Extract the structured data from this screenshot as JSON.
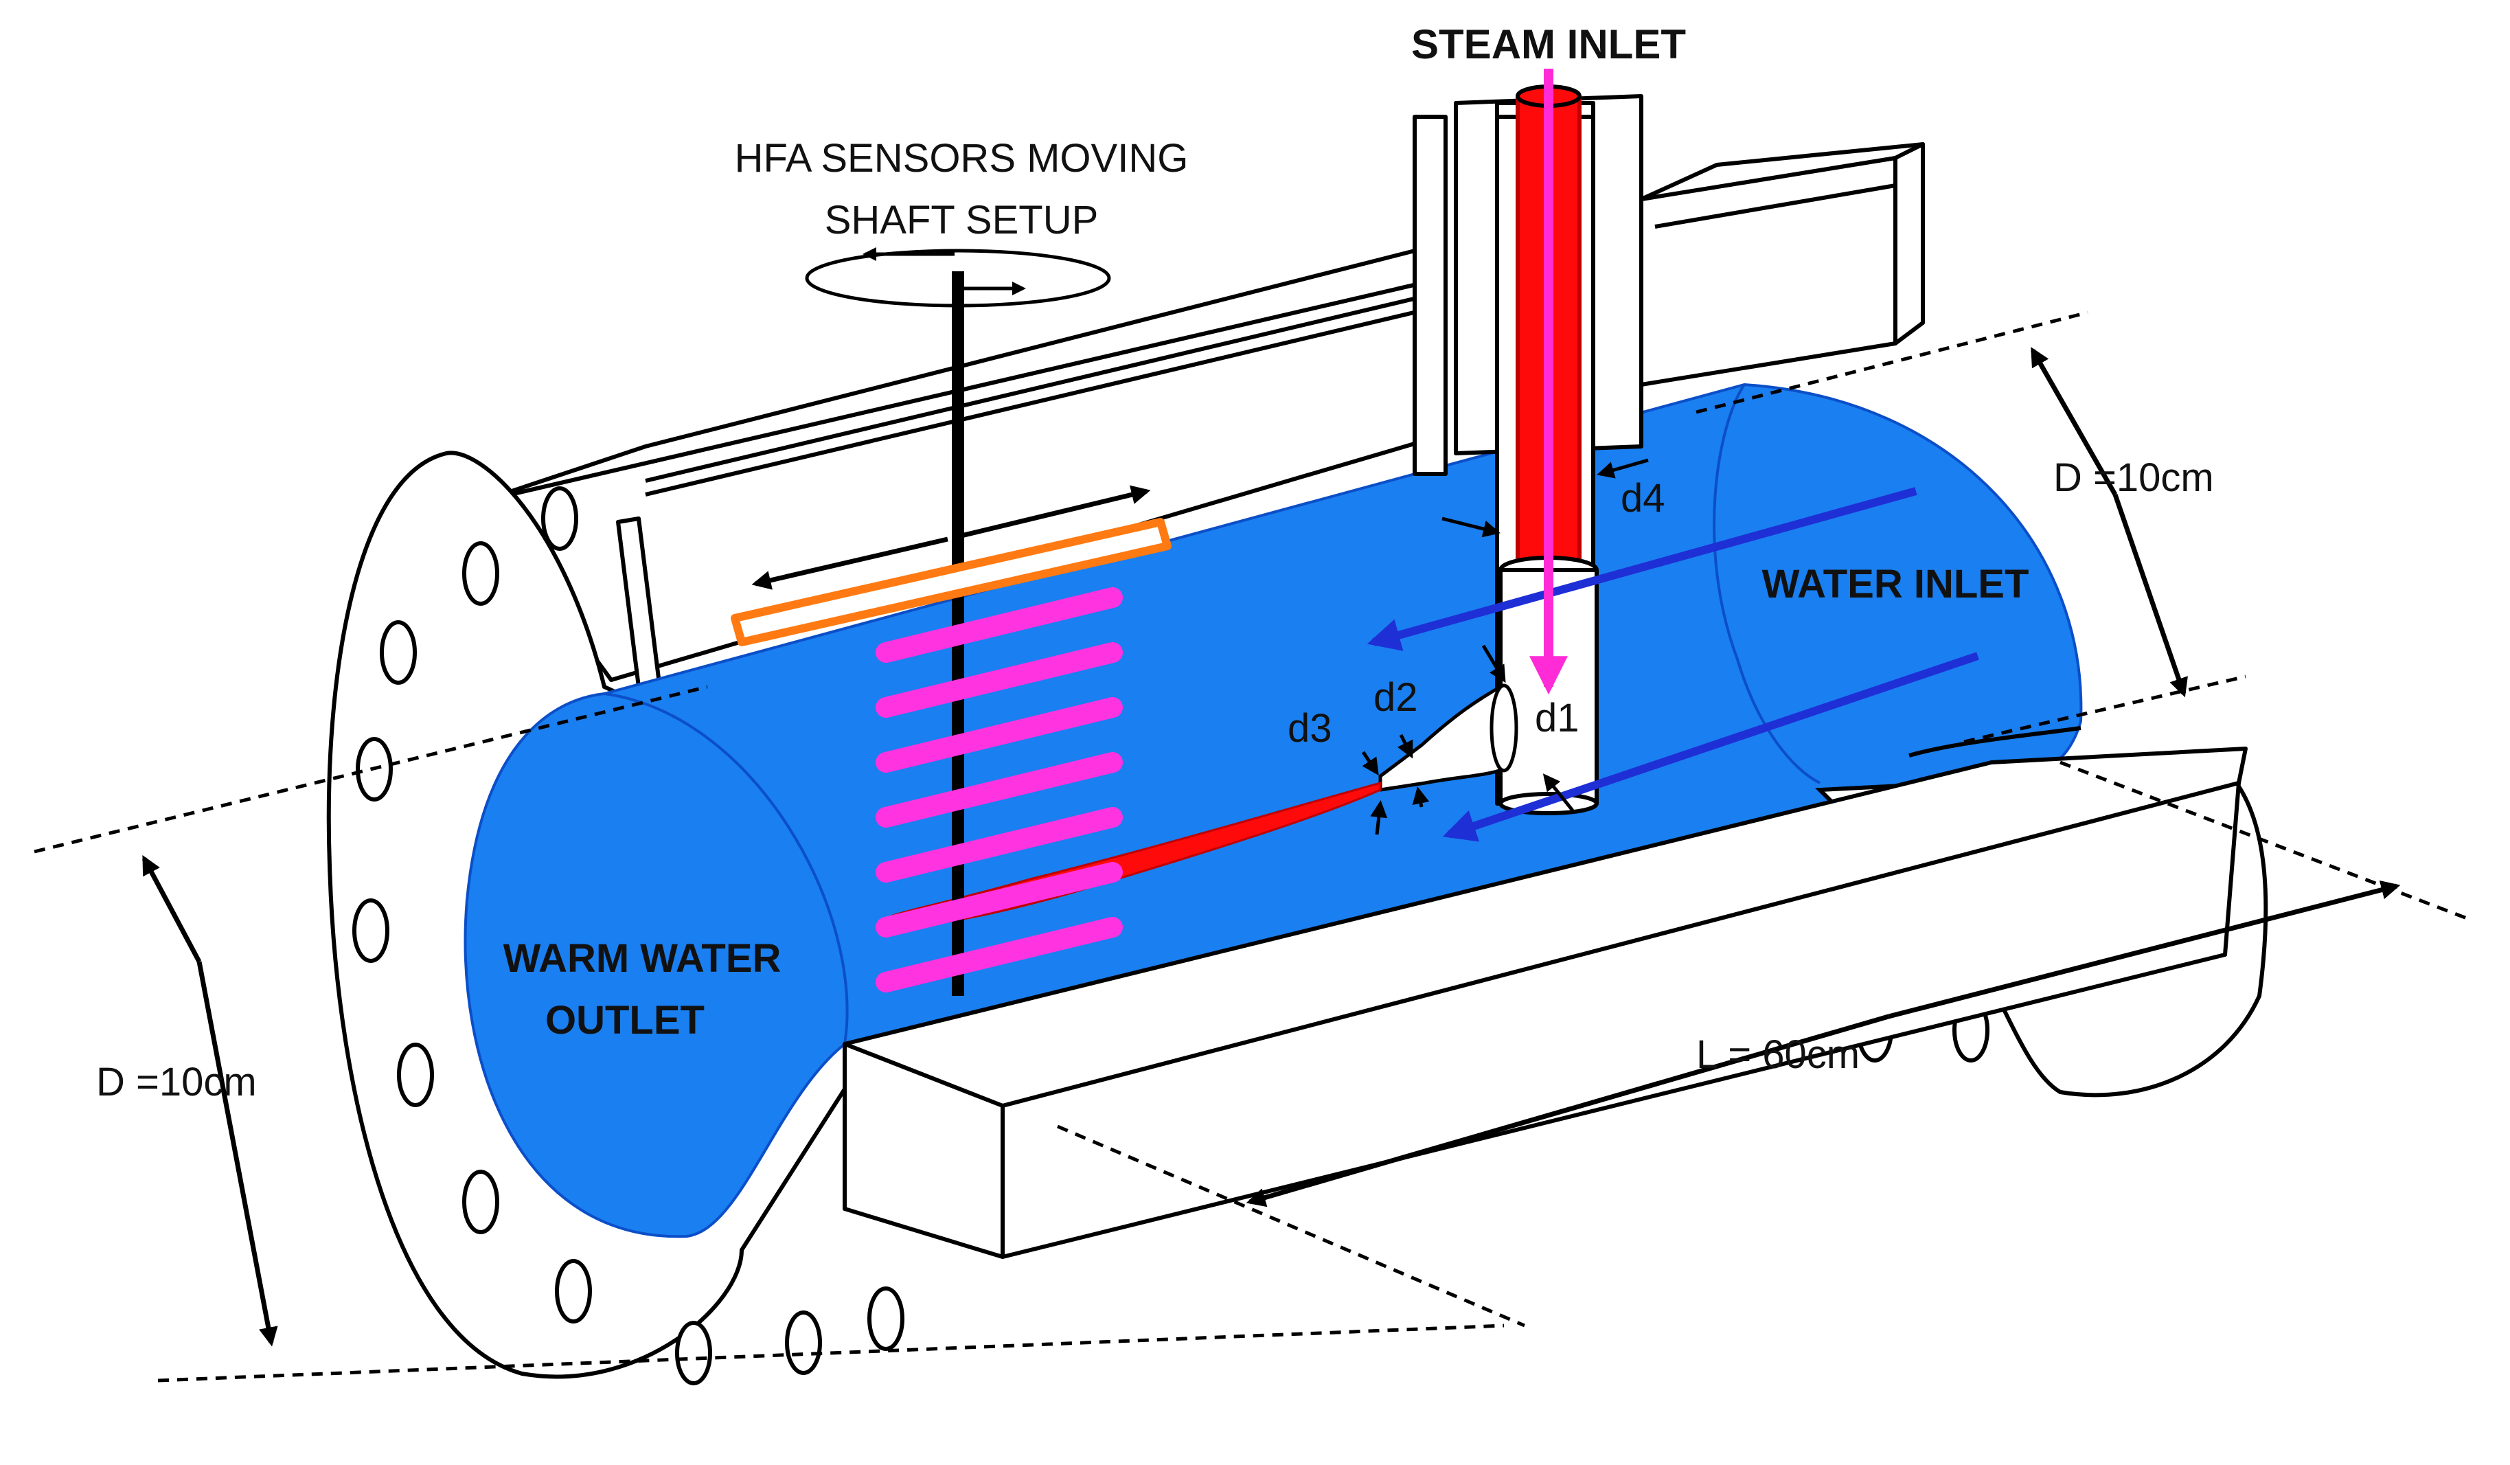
{
  "labels": {
    "steam_inlet": "STEAM INLET",
    "hfa_line1": "HFA SENSORS MOVING",
    "hfa_line2": "SHAFT SETUP",
    "water_inlet": "WATER INLET",
    "warm_water_line1": "WARM WATER",
    "warm_water_line2": "OUTLET",
    "diameter_left": "D =10cm",
    "diameter_right": "D =10cm",
    "length": "L = 60cm",
    "d1": "d1",
    "d2": "d2",
    "d3": "d3",
    "d4": "d4"
  },
  "colors": {
    "water": "#1a7ff0",
    "steam": "#ff0a0a",
    "flow_arrow": "#1f2fd6",
    "steam_arrow": "#ff2bd6",
    "sensor": "#ff33e0",
    "rail": "#ff7a12",
    "outline": "#000000"
  }
}
